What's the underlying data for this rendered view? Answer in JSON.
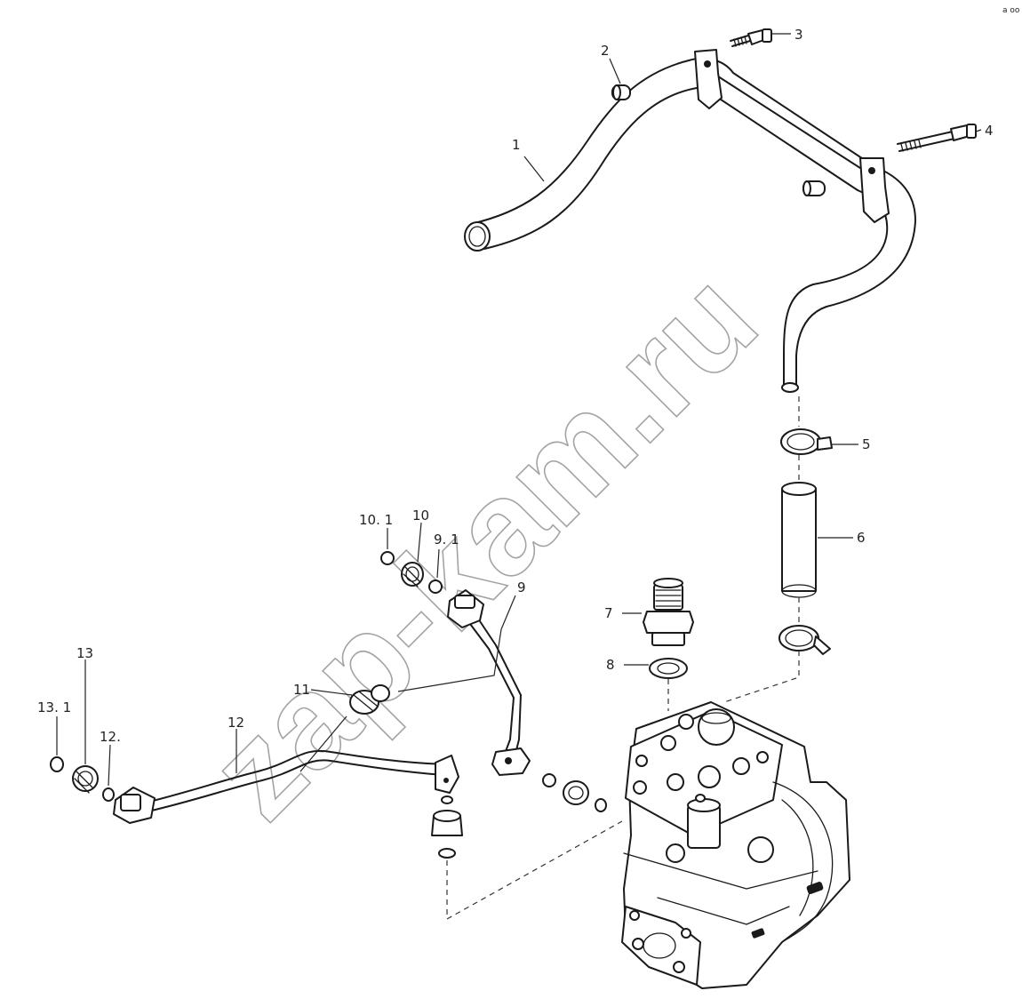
{
  "watermark": "zap-kam.ru",
  "corner_mark": "a oo",
  "callouts": [
    {
      "id": "label-1",
      "text": "1"
    },
    {
      "id": "label-2",
      "text": "2"
    },
    {
      "id": "label-3",
      "text": "3"
    },
    {
      "id": "label-4",
      "text": "4"
    },
    {
      "id": "label-5",
      "text": "5"
    },
    {
      "id": "label-6",
      "text": "6"
    },
    {
      "id": "label-7",
      "text": "7"
    },
    {
      "id": "label-8",
      "text": "8"
    },
    {
      "id": "label-9",
      "text": "9"
    },
    {
      "id": "label-9-1",
      "text": "9. 1"
    },
    {
      "id": "label-10",
      "text": "10"
    },
    {
      "id": "label-10-1",
      "text": "10. 1"
    },
    {
      "id": "label-11",
      "text": "11"
    },
    {
      "id": "label-12",
      "text": "12"
    },
    {
      "id": "label-12-dot",
      "text": "12."
    },
    {
      "id": "label-13",
      "text": "13"
    },
    {
      "id": "label-13-1",
      "text": "13. 1"
    }
  ]
}
